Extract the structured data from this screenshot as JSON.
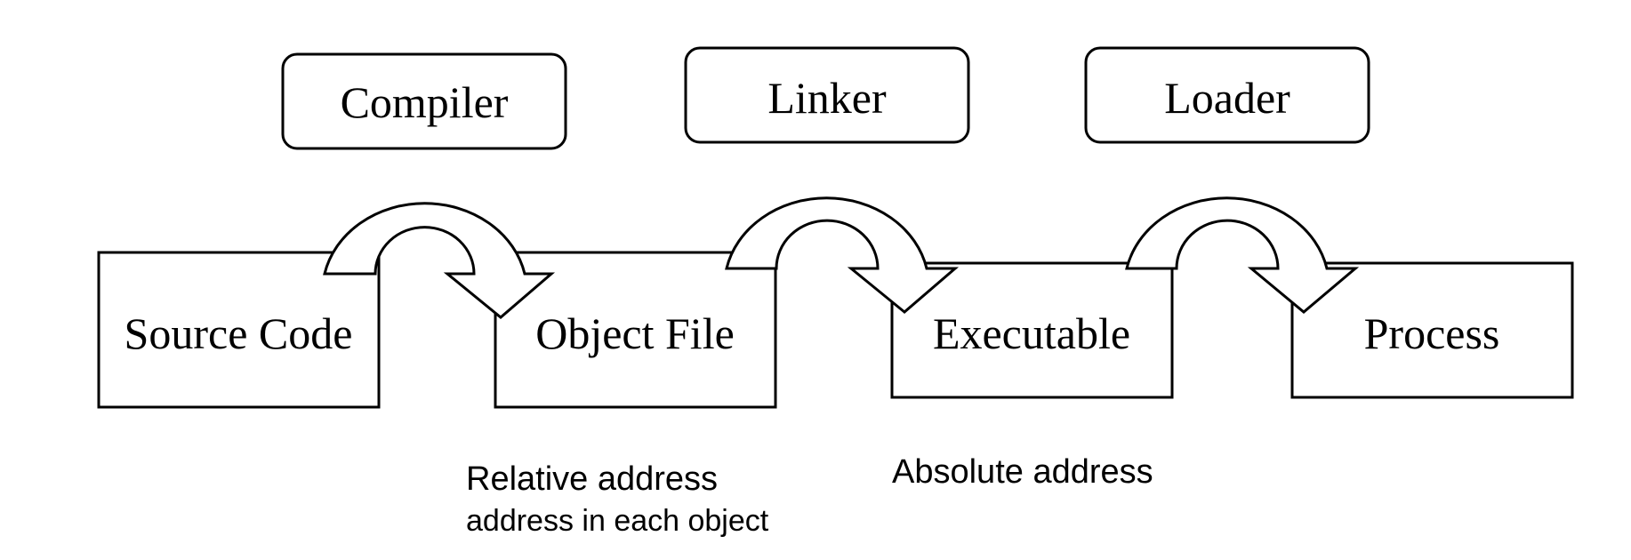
{
  "stages": [
    {
      "label": "Source Code"
    },
    {
      "label": "Object File"
    },
    {
      "label": "Executable"
    },
    {
      "label": "Process"
    }
  ],
  "tools": [
    {
      "label": "Compiler"
    },
    {
      "label": "Linker"
    },
    {
      "label": "Loader"
    }
  ],
  "notes": {
    "relative": {
      "title": "Relative address",
      "subtitle": "address in each object"
    },
    "absolute": {
      "title": "Absolute address"
    }
  },
  "colors": {
    "stroke": "#000000",
    "fill": "#ffffff"
  }
}
